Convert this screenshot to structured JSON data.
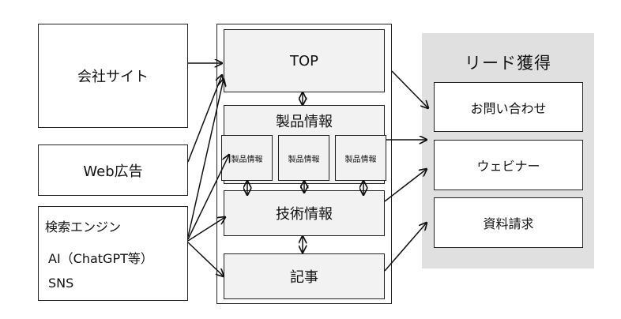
{
  "sources": {
    "company_site": "会社サイト",
    "web_ads": "Web広告",
    "search_lines": [
      "検索エンジン",
      "AI（ChatGPT等）",
      "SNS"
    ]
  },
  "site": {
    "top": "TOP",
    "products": "製品情報",
    "product_items": [
      "製品情報",
      "製品情報",
      "製品情報"
    ],
    "tech": "技術情報",
    "articles": "記事"
  },
  "leads": {
    "title": "リード獲得",
    "items": [
      "お問い合わせ",
      "ウェビナー",
      "資料請求"
    ]
  }
}
